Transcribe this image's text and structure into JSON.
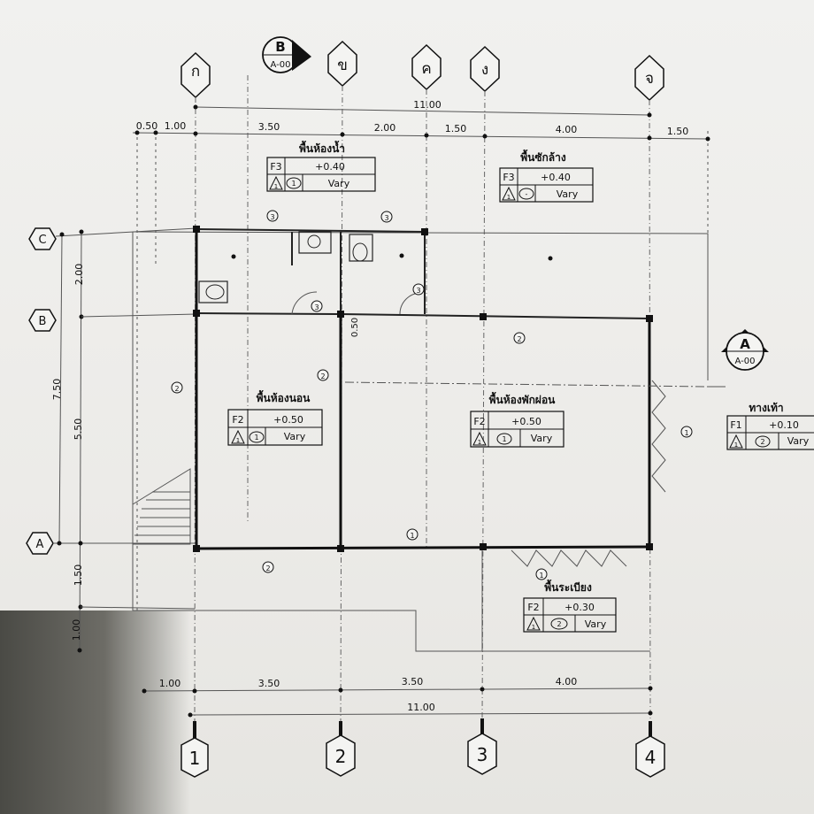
{
  "grid_letters_top": [
    "ก",
    "ข",
    "ค",
    "ง",
    "จ"
  ],
  "grid_numbers_bottom": [
    "1",
    "2",
    "3",
    "4"
  ],
  "grid_rows_left": [
    "C",
    "B",
    "A"
  ],
  "section_marks": [
    {
      "letter": "B",
      "sheet": "A-00"
    },
    {
      "letter": "A",
      "sheet": "A-00"
    }
  ],
  "dims_top": {
    "overall": "11.00",
    "segments": [
      "0.50",
      "1.00",
      "3.50",
      "2.00",
      "1.50",
      "4.00",
      "1.50"
    ]
  },
  "dims_bottom": {
    "segments": [
      "1.00",
      "3.50",
      "3.50",
      "4.00"
    ],
    "overall": "11.00"
  },
  "dims_left": {
    "overall": "7.50",
    "segments": [
      "2.00",
      "5.50",
      "1.50",
      "1.00"
    ]
  },
  "dim_small": "0.50",
  "rooms": [
    {
      "name": "พื้นห้องน้ำ",
      "code": "F3",
      "level": "+0.40",
      "tri": "1",
      "circ": "1",
      "note": "Vary"
    },
    {
      "name": "พื้นซักล้าง",
      "code": "F3",
      "level": "+0.40",
      "tri": "1",
      "circ": "-",
      "note": "Vary"
    },
    {
      "name": "พื้นห้องนอน",
      "code": "F2",
      "level": "+0.50",
      "tri": "1",
      "circ": "1",
      "note": "Vary"
    },
    {
      "name": "พื้นห้องพักผ่อน",
      "code": "F2",
      "level": "+0.50",
      "tri": "1",
      "circ": "1",
      "note": "Vary"
    },
    {
      "name": "ทางเท้า",
      "code": "F1",
      "level": "+0.10",
      "tri": "1",
      "circ": "2",
      "note": "Vary"
    },
    {
      "name": "พื้นระเบียง",
      "code": "F2",
      "level": "+0.30",
      "tri": "1",
      "circ": "2",
      "note": "Vary"
    }
  ],
  "callouts": {
    "c3": "3",
    "c2": "2",
    "c1": "1"
  }
}
